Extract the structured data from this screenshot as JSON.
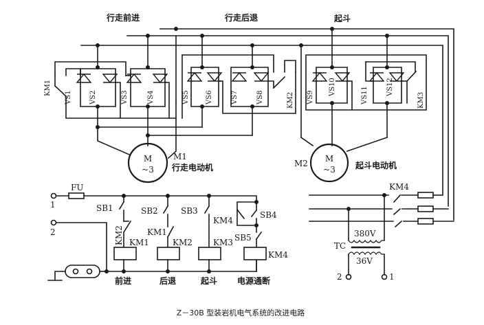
{
  "diagram": {
    "caption": "Z－30B 型装岩机电气系统的改进电路",
    "group_labels": {
      "forward": "行走前进",
      "reverse": "行走后退",
      "bucket": "起斗"
    },
    "thyristors": [
      "VS1",
      "VS2",
      "VS3",
      "VS4",
      "VS5",
      "VS6",
      "VS7",
      "VS8",
      "VS9",
      "VS10",
      "VS11",
      "VS12"
    ],
    "contactors_main": {
      "km1": "KM1",
      "km2": "KM2",
      "km3": "KM3",
      "km4": "KM4"
    },
    "motors": {
      "m1": {
        "id": "M1",
        "symbol": "M",
        "phase": "~3",
        "name": "行走电动机"
      },
      "m2": {
        "id": "M2",
        "symbol": "M",
        "phase": "~3",
        "name": "起斗电动机"
      }
    },
    "control": {
      "fuse": "FU",
      "terminal_1": "1",
      "terminal_2": "2",
      "buttons": [
        "SB1",
        "SB2",
        "SB3",
        "SB4",
        "SB5"
      ],
      "interlocks": {
        "km2_nc": "KM2",
        "km1_nc": "KM1",
        "km4_no": "KM4"
      },
      "coils": [
        "KM1",
        "KM2",
        "KM3",
        "KM4"
      ],
      "branch_labels": [
        "前进",
        "后退",
        "起斗",
        "电源通断"
      ]
    },
    "transformer": {
      "id": "TC",
      "primary": "380V",
      "secondary": "36V",
      "out_left": "2",
      "out_right": "1"
    },
    "supply_switch": "KM4"
  }
}
